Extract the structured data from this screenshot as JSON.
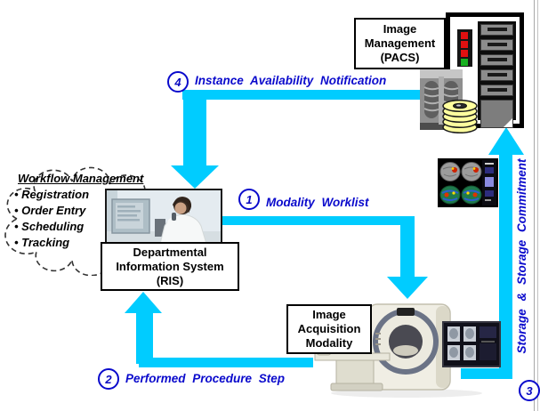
{
  "workflow_cloud": {
    "title": "Workflow Management",
    "bullets": [
      "• Registration",
      "• Order Entry",
      "• Scheduling",
      "• Tracking"
    ]
  },
  "nodes": {
    "ris": {
      "line1": "Departmental",
      "line2": "Information System",
      "line3": "(RIS)"
    },
    "pacs": {
      "line1": "Image",
      "line2": "Management",
      "line3": "(PACS)"
    },
    "modality": {
      "line1": "Image",
      "line2": "Acquisition",
      "line3": "Modality"
    }
  },
  "flows": {
    "modality_worklist": {
      "number": "1",
      "label": "Modality Worklist"
    },
    "performed_procedure_step": {
      "number": "2",
      "label": "Performed Procedure Step"
    },
    "storage_commitment": {
      "number": "3",
      "label": "Storage & Storage Commitment"
    },
    "instance_availability": {
      "number": "4",
      "label": "Instance Availability Notification"
    }
  },
  "colors": {
    "arrow": "#00CCFF",
    "flow_text": "#0A0ACC",
    "node_border": "#000000",
    "disk_fill": "#FFFF9E"
  }
}
